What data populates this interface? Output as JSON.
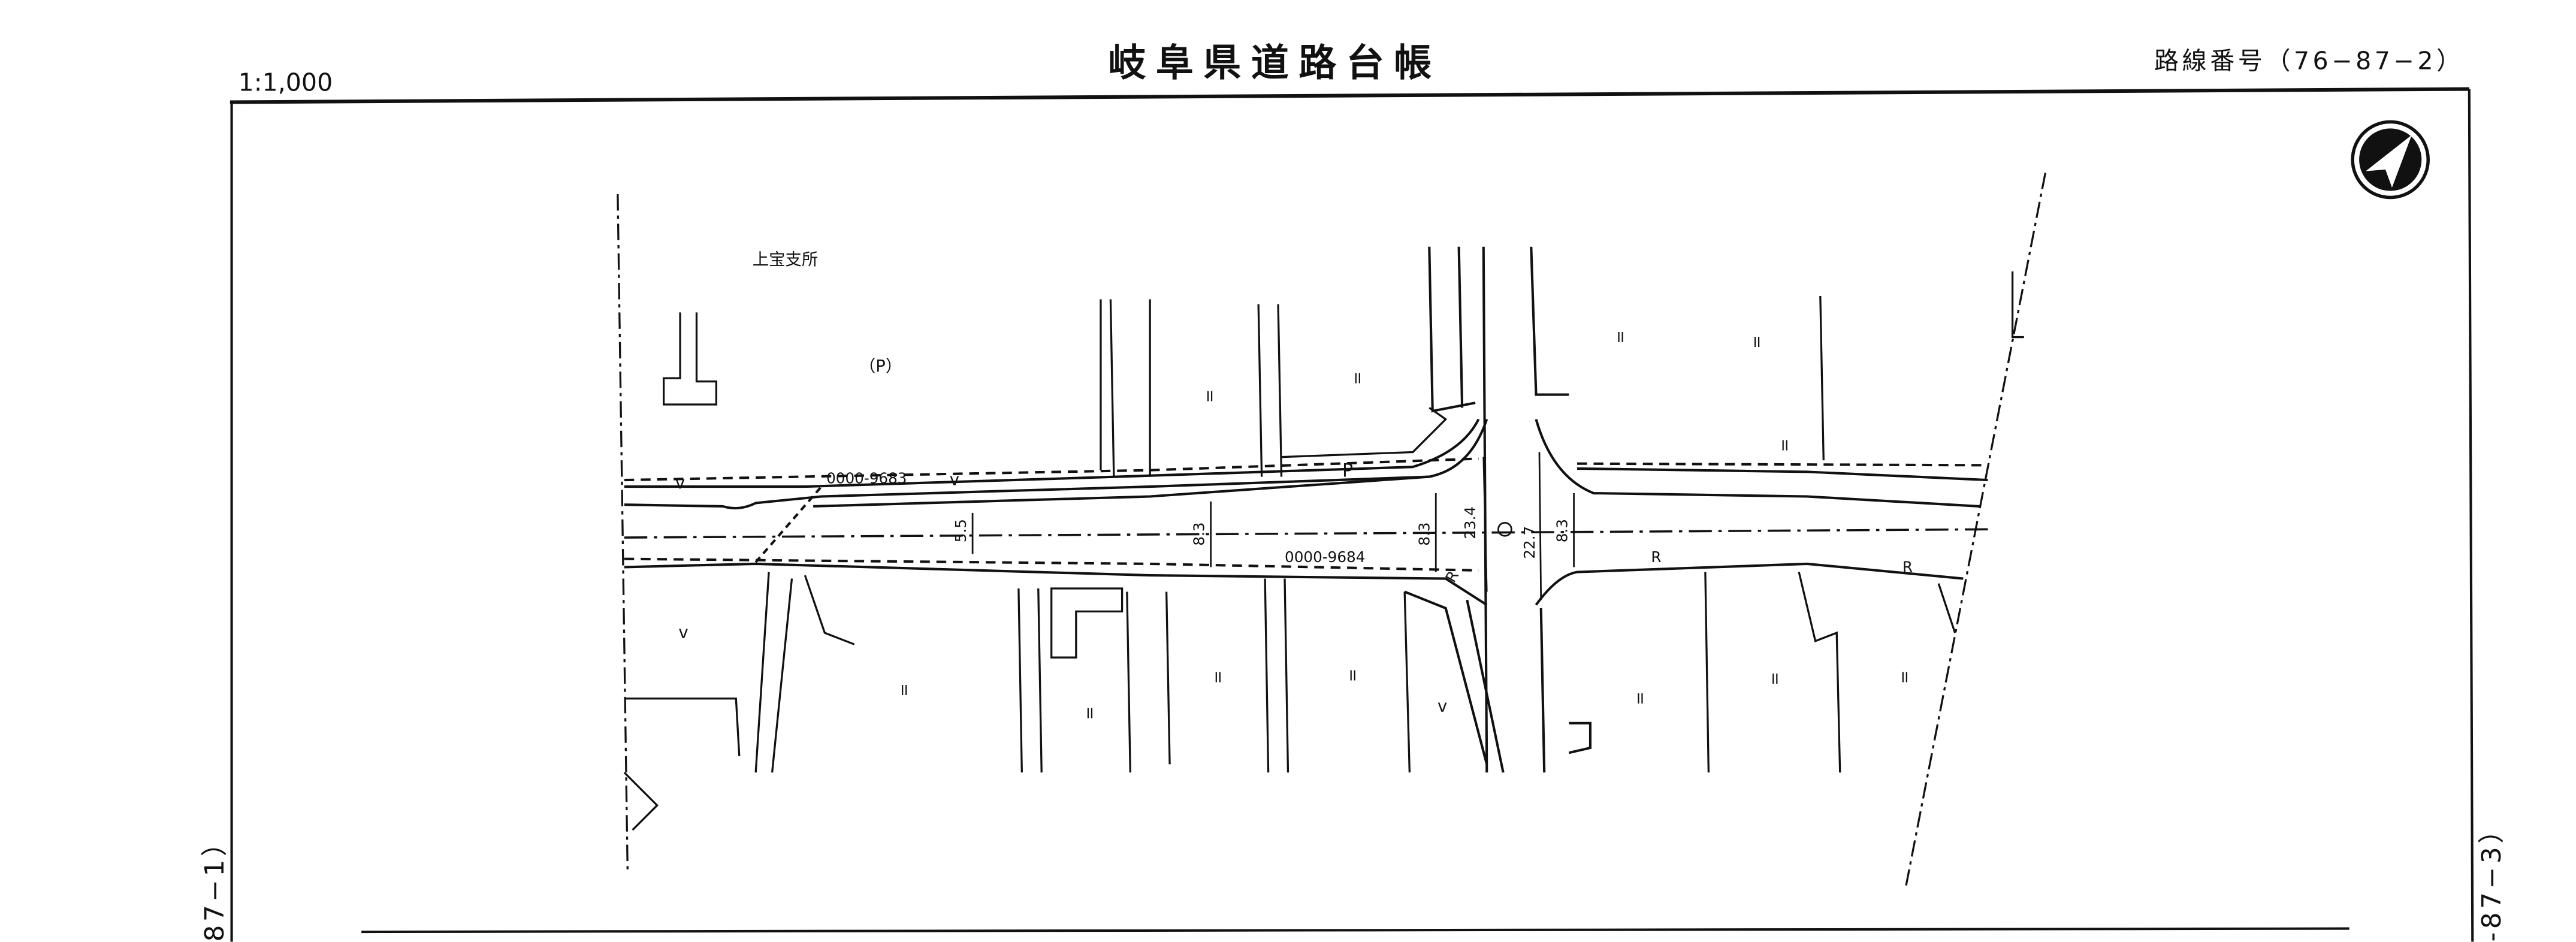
{
  "header": {
    "scale": "1:1,000",
    "title": "岐阜県道路台帳",
    "route_number": "路線番号（76−87−2）"
  },
  "side_labels": {
    "left": "87−1）",
    "right": "-87−3）"
  },
  "map": {
    "facility_label": "上宝支所",
    "parking_label": "（P）",
    "parking_mark": "P",
    "code_north": "0000-9683",
    "code_south": "0000-9684",
    "widths": [
      "5.5",
      "8.3",
      "8.3",
      "23.4",
      "22.7",
      "8.3"
    ],
    "retaining_marks": [
      "R",
      "R",
      "R"
    ],
    "landuse_marks": [
      "॥",
      "॥",
      "॥",
      "॥",
      "॥",
      "॥",
      "॥",
      "॥",
      "॥",
      "॥",
      "॥",
      "॥"
    ],
    "tree_marks": [
      "v",
      "v",
      "v",
      "v"
    ],
    "north_arrow": "north-arrow-icon"
  }
}
